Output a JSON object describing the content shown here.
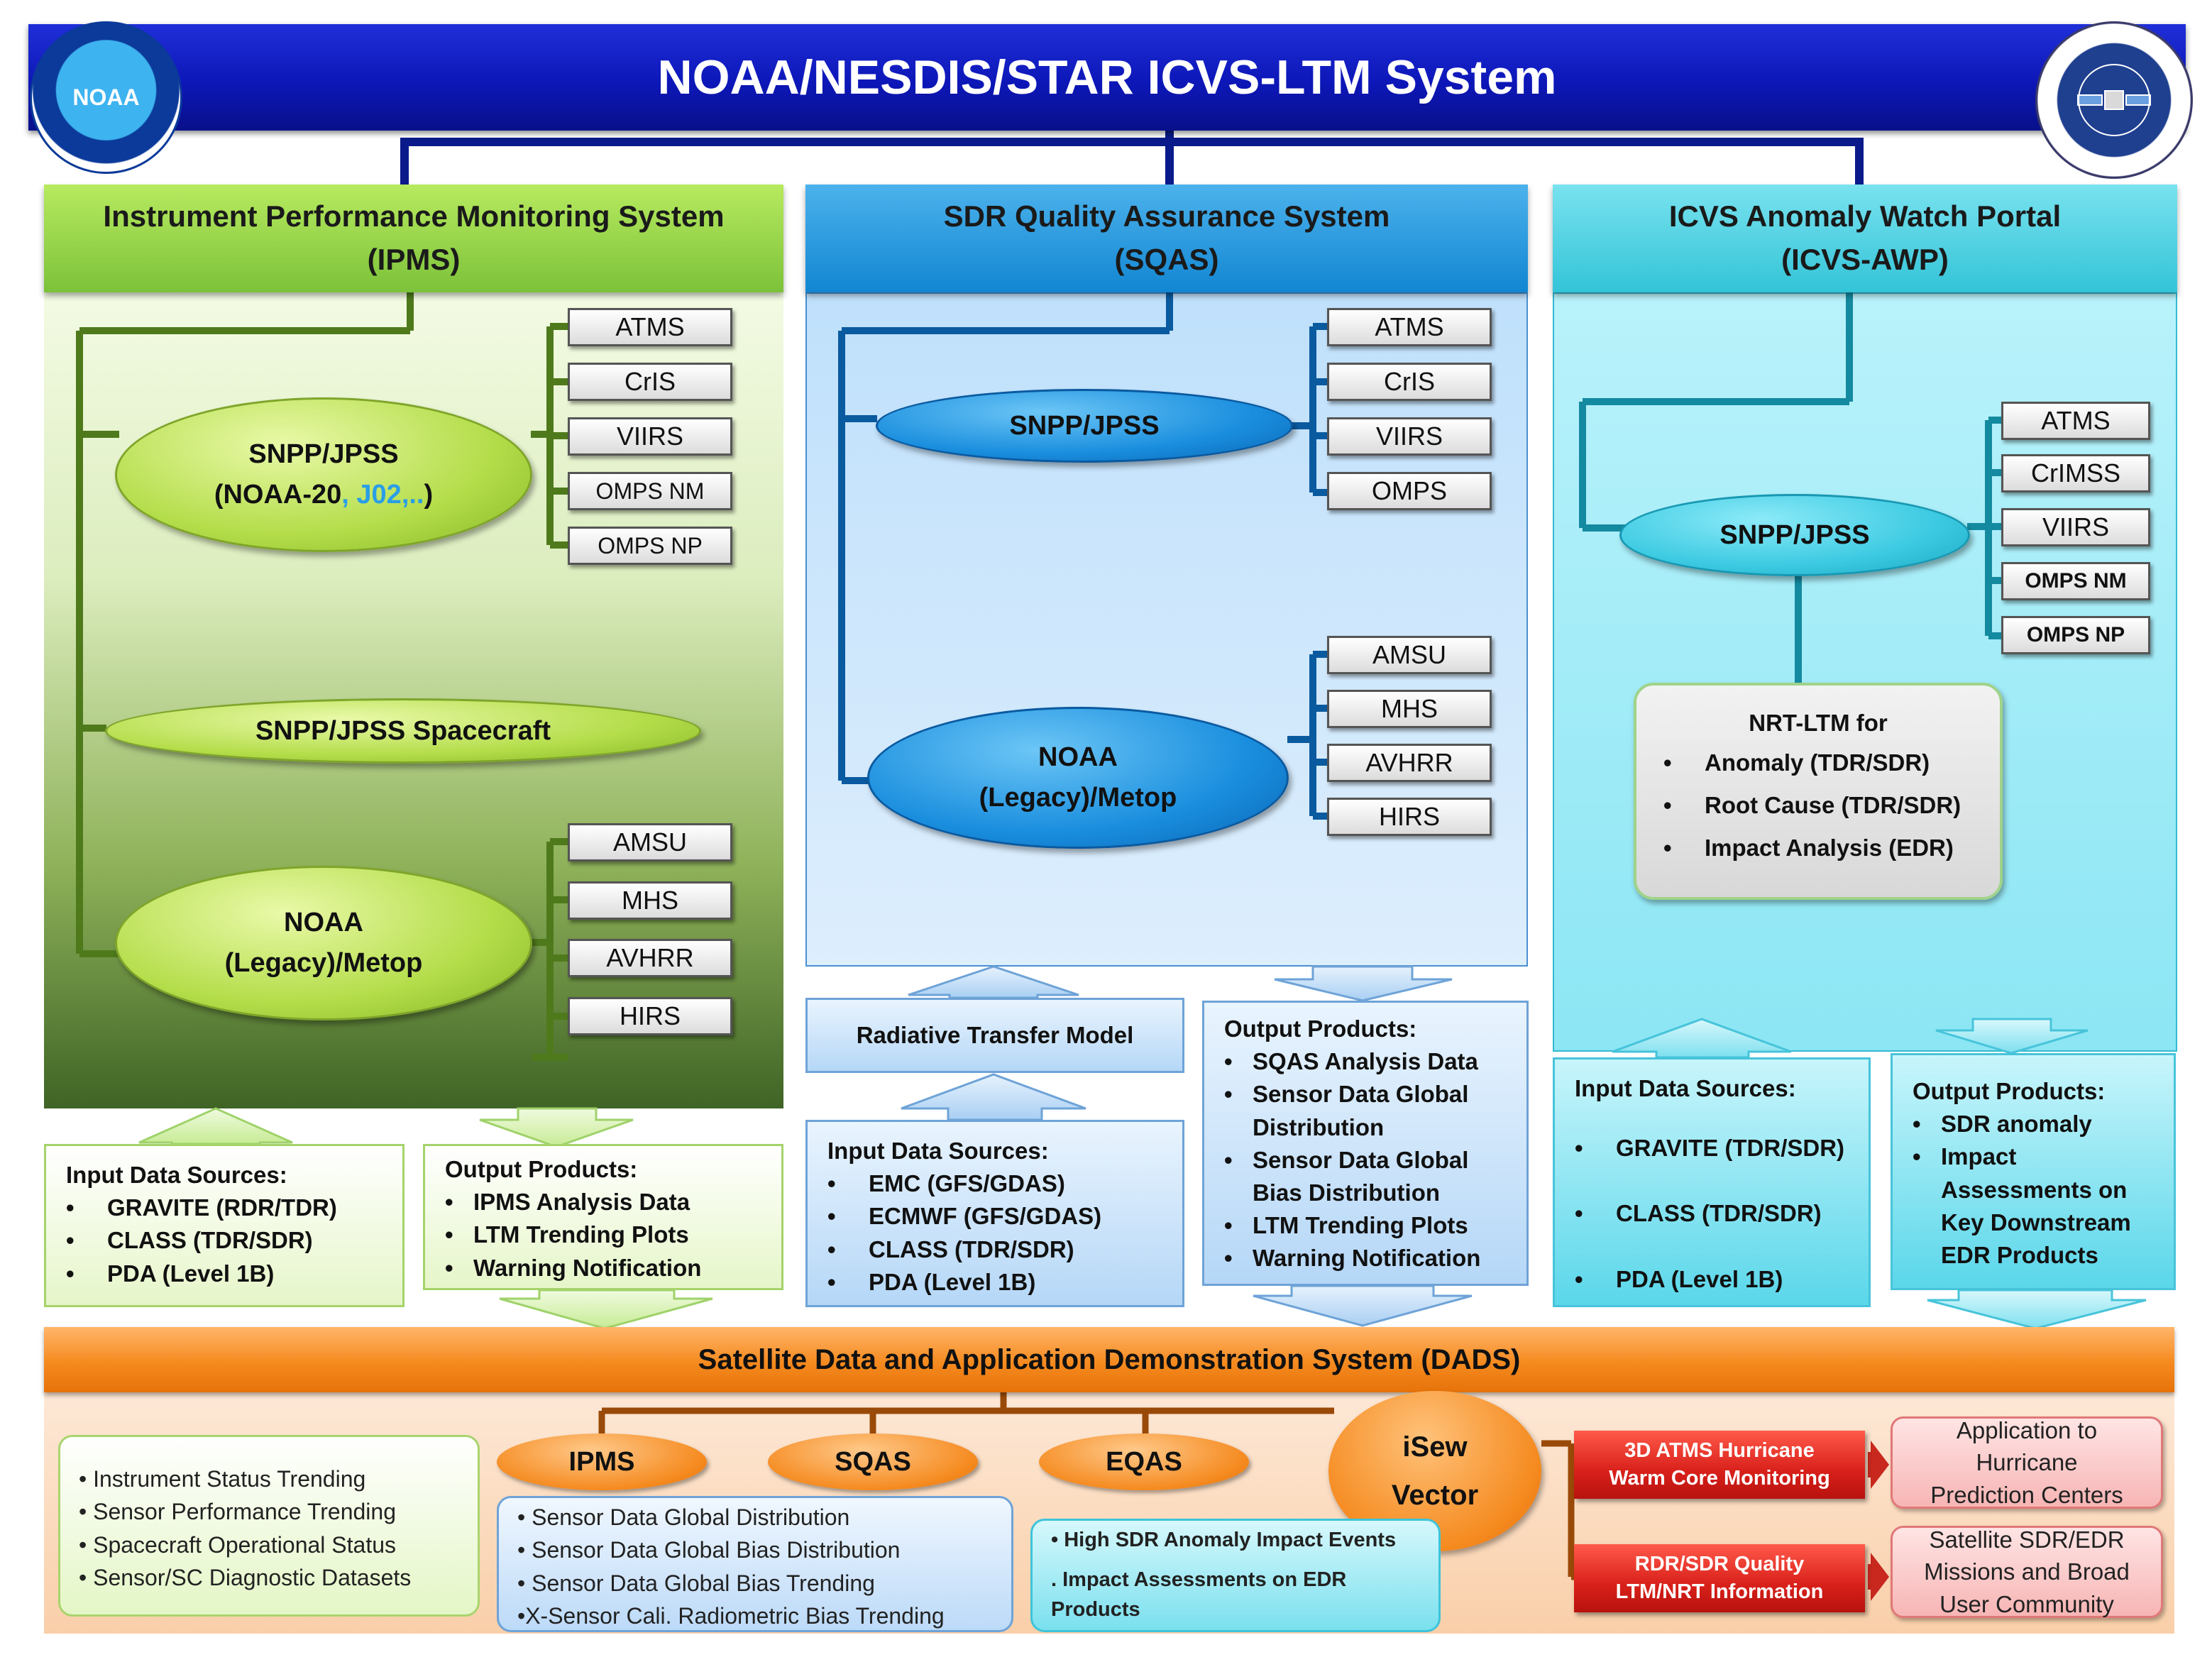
{
  "title": "NOAA/NESDIS/STAR ICVS-LTM System",
  "logos": {
    "left": "noaa-logo",
    "left_text": "NOAA",
    "right": "star-seal"
  },
  "ipms": {
    "title": "Instrument Performance Monitoring System",
    "abbr": "(IPMS)",
    "snpp_label": "SNPP/JPSS",
    "snpp_sub_a": "(NOAA-20",
    "snpp_sub_b": ", J02,..",
    "snpp_sub_c": ")",
    "snpp_instruments": [
      "ATMS",
      "CrIS",
      "VIIRS",
      "OMPS NM",
      "OMPS NP"
    ],
    "spacecraft_label": "SNPP/JPSS Spacecraft",
    "legacy_line1": "NOAA",
    "legacy_line2": "(Legacy)/Metop",
    "legacy_instruments": [
      "AMSU",
      "MHS",
      "AVHRR",
      "HIRS"
    ],
    "input_title": "Input Data Sources:",
    "inputs": [
      "GRAVITE (RDR/TDR)",
      "CLASS (TDR/SDR)",
      "PDA (Level 1B)"
    ],
    "output_title": "Output Products:",
    "outputs": [
      "IPMS Analysis Data",
      "LTM Trending Plots",
      "Warning Notification"
    ]
  },
  "sqas": {
    "title": "SDR Quality Assurance System",
    "abbr": "(SQAS)",
    "snpp_label": "SNPP/JPSS",
    "snpp_instruments": [
      "ATMS",
      "CrIS",
      "VIIRS",
      "OMPS"
    ],
    "legacy_line1": "NOAA",
    "legacy_line2": "(Legacy)/Metop",
    "legacy_instruments": [
      "AMSU",
      "MHS",
      "AVHRR",
      "HIRS"
    ],
    "rtm_label": "Radiative Transfer Model",
    "input_title": "Input Data Sources:",
    "inputs": [
      "EMC (GFS/GDAS)",
      "ECMWF (GFS/GDAS)",
      "CLASS (TDR/SDR)",
      "PDA (Level 1B)"
    ],
    "output_title": "Output Products:",
    "outputs": [
      "SQAS Analysis Data",
      "Sensor Data Global Distribution",
      "Sensor Data Global Bias Distribution",
      "LTM Trending Plots",
      "Warning Notification"
    ]
  },
  "awp": {
    "title": "ICVS Anomaly Watch Portal",
    "abbr": "(ICVS-AWP)",
    "snpp_label": "SNPP/JPSS",
    "instruments": [
      "ATMS",
      "CrIMSS",
      "VIIRS",
      "OMPS NM",
      "OMPS NP"
    ],
    "nrt_title": "NRT-LTM for",
    "nrt_items": [
      "Anomaly (TDR/SDR)",
      "Root Cause (TDR/SDR)",
      "Impact Analysis (EDR)"
    ],
    "input_title": "Input Data Sources:",
    "inputs": [
      "GRAVITE (TDR/SDR)",
      "CLASS (TDR/SDR)",
      "PDA (Level 1B)"
    ],
    "output_title": "Output Products:",
    "outputs": [
      "SDR anomaly",
      "Impact Assessments on Key Downstream EDR Products"
    ]
  },
  "dads": {
    "title": "Satellite Data and Application Demonstration System (DADS)",
    "nodes": [
      "IPMS",
      "SQAS",
      "EQAS"
    ],
    "isew_line1": "iSew",
    "isew_line2": "Vector",
    "ipms_items": [
      "Instrument Status Trending",
      "Sensor Performance Trending",
      "Spacecraft Operational Status",
      "Sensor/SC Diagnostic Datasets"
    ],
    "sqas_items": [
      "Sensor Data Global Distribution",
      "Sensor Data Global Bias Distribution",
      "Sensor Data Global Bias Trending",
      "X-Sensor Cali. Radiometric Bias Trending"
    ],
    "eqas_items": [
      "High SDR Anomaly Impact Events",
      "Impact Assessments on EDR Products"
    ],
    "red1_line1": "3D ATMS Hurricane",
    "red1_line2": "Warm Core Monitoring",
    "red2_line1": "RDR/SDR Quality",
    "red2_line2": "LTM/NRT Information",
    "pink1_lines": [
      "Application to",
      "Hurricane",
      "Prediction Centers"
    ],
    "pink2_lines": [
      "Satellite SDR/EDR",
      "Missions and Broad",
      "User Community"
    ]
  },
  "colors": {
    "title_bar": "#0d17b8",
    "ipms": "#8ccc3e",
    "sqas": "#1a8ede",
    "awp": "#3cc8dc",
    "dads": "#f58a1f",
    "red": "#d8201a"
  }
}
